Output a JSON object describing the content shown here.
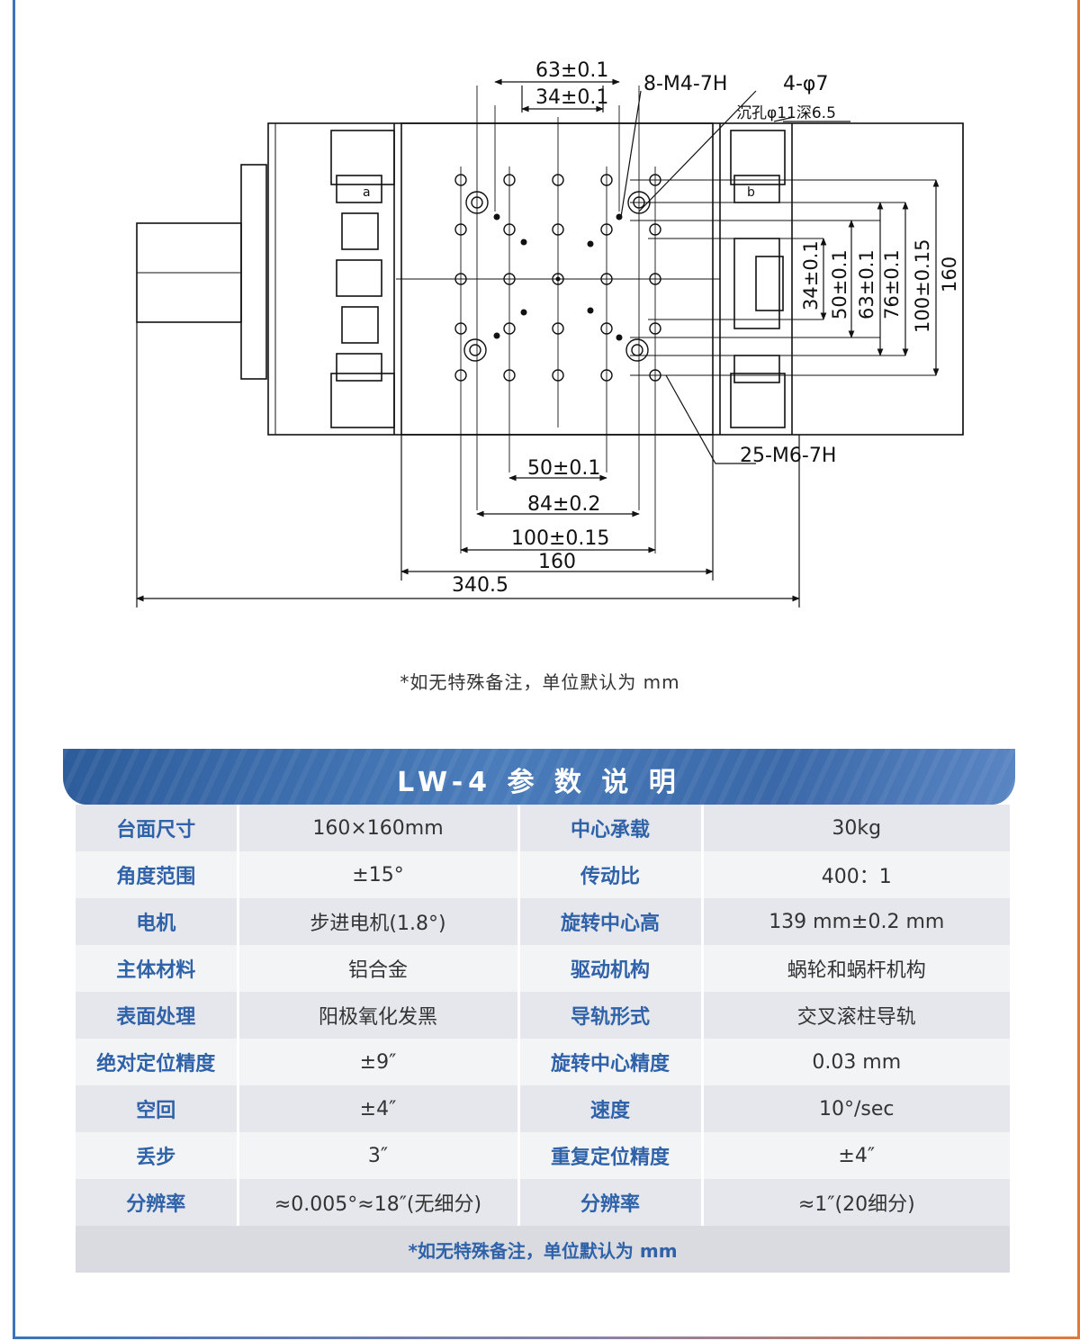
{
  "drawing": {
    "dims": {
      "d63": "63±0.1",
      "d34": "34±0.1",
      "m4": "8-M4-7H",
      "phi7": "4-φ7",
      "counterbore": "沉孔φ11深6.5",
      "v34": "34±0.1",
      "v50": "50±0.1",
      "v63": "63±0.1",
      "v76": "76±0.1",
      "v100": "100±0.15",
      "v160": "160",
      "m6": "25-M6-7H",
      "h50": "50±0.1",
      "h84": "84±0.2",
      "h100": "100±0.15",
      "h160": "160",
      "total": "340.5",
      "a": "a",
      "b": "b"
    }
  },
  "note_top": "*如无特殊备注，单位默认为 mm",
  "banner": {
    "title": "LW-4 参 数 说 明"
  },
  "specs": [
    {
      "k1": "台面尺寸",
      "v1": "160×160mm",
      "k2": "中心承载",
      "v2": "30kg"
    },
    {
      "k1": "角度范围",
      "v1": "±15°",
      "k2": "传动比",
      "v2": "400：1"
    },
    {
      "k1": "电机",
      "v1": "步进电机(1.8°)",
      "k2": "旋转中心高",
      "v2": "139 mm±0.2 mm"
    },
    {
      "k1": "主体材料",
      "v1": "铝合金",
      "k2": "驱动机构",
      "v2": "蜗轮和蜗杆机构"
    },
    {
      "k1": "表面处理",
      "v1": "阳极氧化发黑",
      "k2": "导轨形式",
      "v2": "交叉滚柱导轨"
    },
    {
      "k1": "绝对定位精度",
      "v1": "±9″",
      "k2": "旋转中心精度",
      "v2": "0.03 mm"
    },
    {
      "k1": "空回",
      "v1": "±4″",
      "k2": "速度",
      "v2": "10°/sec"
    },
    {
      "k1": "丢步",
      "v1": "3″",
      "k2": "重复定位精度",
      "v2": "±4″"
    },
    {
      "k1": "分辨率",
      "v1": "≈0.005°≈18″(无细分)",
      "k2": "分辨率",
      "v2": "≈1″(20细分)"
    }
  ],
  "footer_note": "*如无特殊备注，单位默认为 mm"
}
